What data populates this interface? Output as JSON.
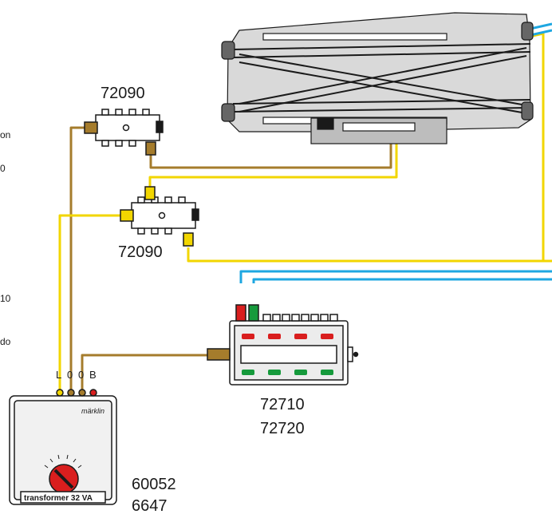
{
  "colors": {
    "brown_wire": "#a57c2c",
    "yellow_wire": "#f2d600",
    "blue_wire": "#1ea7e1",
    "red": "#d91e1e",
    "green": "#169a3c",
    "track_fill": "#d9d9d9",
    "outline": "#1a1a1a"
  },
  "decoder_top": {
    "label": "72090"
  },
  "decoder_mid": {
    "label": "72090"
  },
  "control_box": {
    "label_line1": "72710",
    "label_line2": "72720"
  },
  "transformer": {
    "brand": "märklin",
    "name": "transformer 32 VA",
    "label_line1": "60052",
    "label_line2": "6647",
    "terminals": [
      "L",
      "0",
      "0",
      "B"
    ]
  },
  "cut_text": [
    "on",
    "0",
    "10",
    "do"
  ]
}
